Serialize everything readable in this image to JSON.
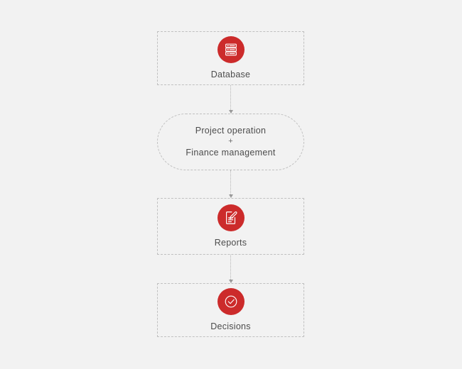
{
  "diagram": {
    "background_color": "#f2f2f2",
    "accent_color": "#cc2b2b",
    "text_color": "#4c4c4c",
    "border_color": "#c0c0c0",
    "nodes": [
      {
        "id": "database",
        "shape": "dashed-rectangle",
        "label": "Database",
        "icon": "database-icon"
      },
      {
        "id": "process",
        "shape": "dashed-pill",
        "line1": "Project  operation",
        "plus": "+",
        "line2": "Finance management"
      },
      {
        "id": "reports",
        "shape": "dashed-rectangle",
        "label": "Reports",
        "icon": "document-edit-icon"
      },
      {
        "id": "decisions",
        "shape": "dashed-rectangle",
        "label": "Decisions",
        "icon": "check-circle-icon"
      }
    ],
    "connectors": [
      {
        "id": "database-to-process",
        "style": "dotted-arrow-down"
      },
      {
        "id": "process-to-reports",
        "style": "dotted-arrow-down"
      },
      {
        "id": "reports-to-decisions",
        "style": "dotted-arrow-down"
      }
    ]
  }
}
